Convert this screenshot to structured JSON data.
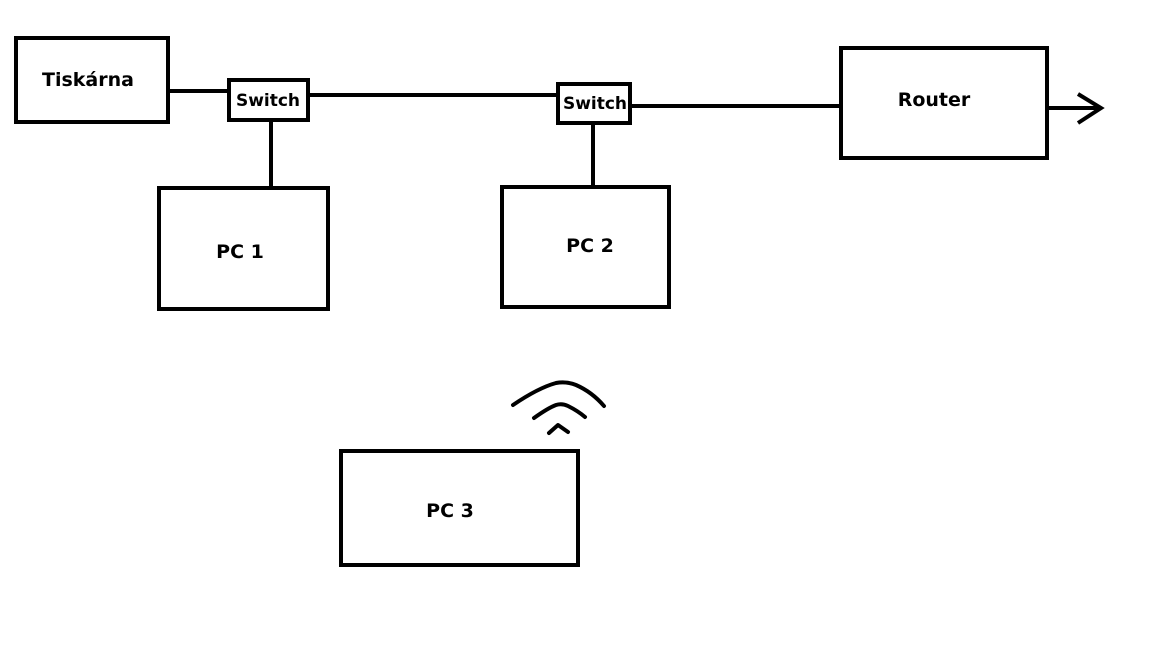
{
  "diagram": {
    "title": "",
    "colors": {
      "stroke": "#000000",
      "background": "#ffffff",
      "text": "#000000"
    },
    "nodes": [
      {
        "id": "printer",
        "label": "Tiskárna"
      },
      {
        "id": "switch1",
        "label": "Switch"
      },
      {
        "id": "switch2",
        "label": "Switch"
      },
      {
        "id": "router",
        "label": "Router"
      },
      {
        "id": "pc1",
        "label": "PC 1"
      },
      {
        "id": "pc2",
        "label": "PC 2"
      },
      {
        "id": "pc3",
        "label": "PC 3"
      }
    ],
    "edges": [
      {
        "from": "printer",
        "to": "switch1",
        "type": "wired"
      },
      {
        "from": "switch1",
        "to": "switch2",
        "type": "wired"
      },
      {
        "from": "switch2",
        "to": "router",
        "type": "wired"
      },
      {
        "from": "switch1",
        "to": "pc1",
        "type": "wired"
      },
      {
        "from": "switch2",
        "to": "pc2",
        "type": "wired"
      },
      {
        "from": "router",
        "to": "internet",
        "type": "arrow-out"
      }
    ],
    "wireless": {
      "node": "pc3",
      "icon": "wifi-signal-icon"
    }
  }
}
